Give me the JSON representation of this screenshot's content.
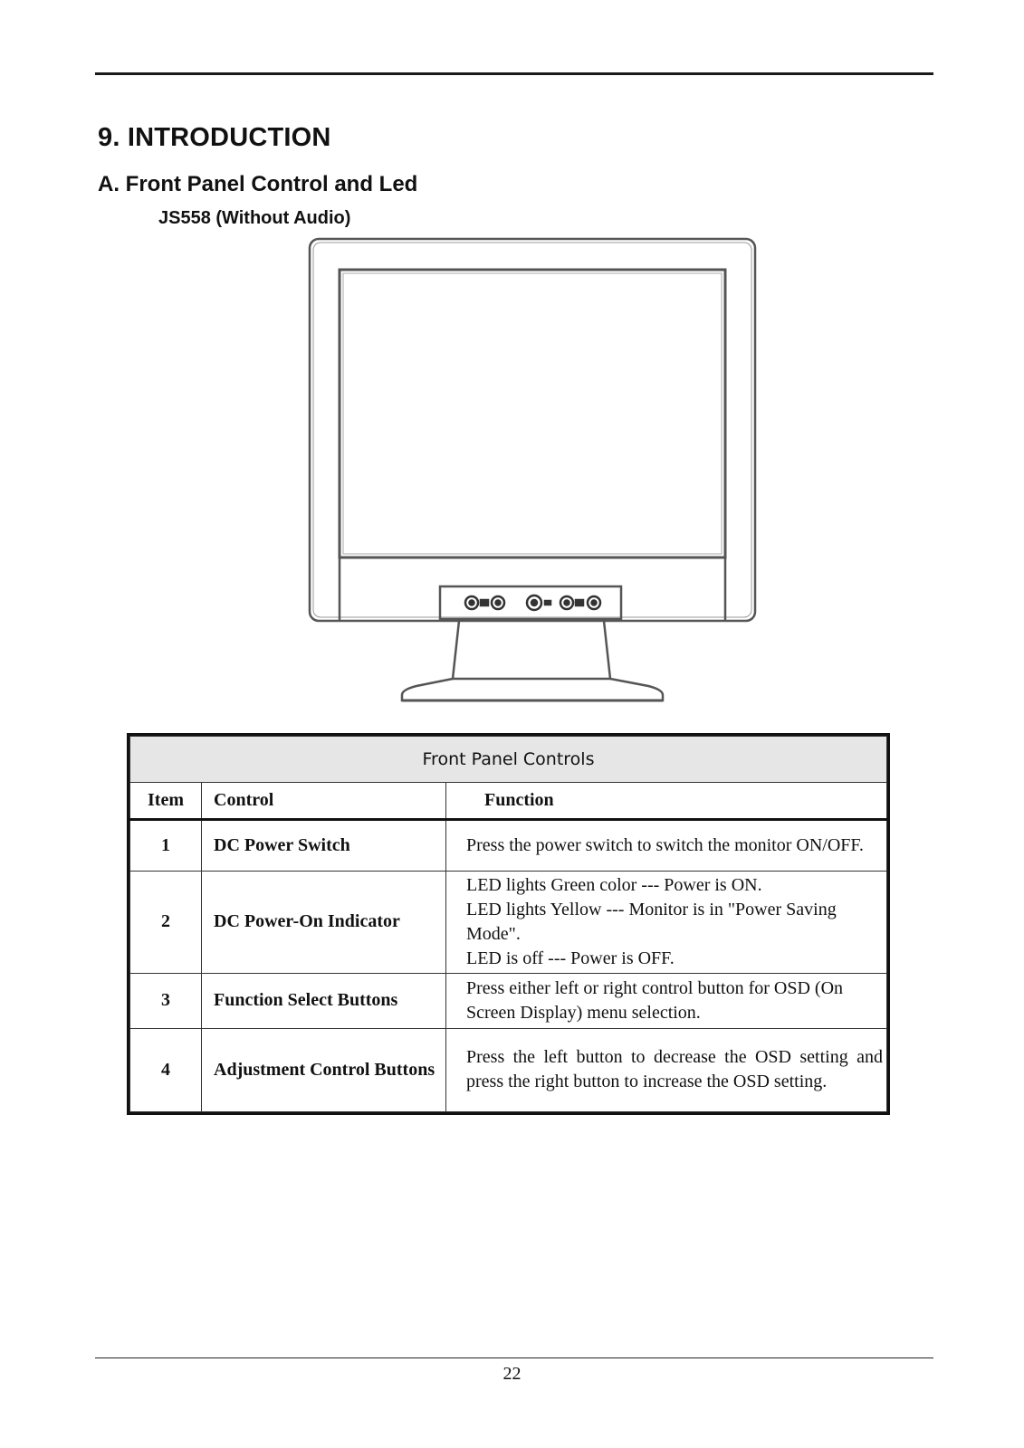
{
  "heading": "9.  INTRODUCTION",
  "subheading": "A. Front Panel Control and Led",
  "model_label": "JS558 (Without Audio)",
  "table": {
    "caption": "Front Panel Controls",
    "headers": {
      "item": "Item",
      "control": "Control",
      "function": "Function"
    },
    "rows": [
      {
        "item": "1",
        "control": "DC Power Switch",
        "function_lines": [
          "Press the power switch to switch the monitor ON/OFF."
        ]
      },
      {
        "item": "2",
        "control": "DC Power-On Indicator",
        "function_lines": [
          "LED lights Green color --- Power is ON.",
          "LED lights Yellow --- Monitor is in \"Power Saving Mode\".",
          "LED is off --- Power is OFF."
        ]
      },
      {
        "item": "3",
        "control": "Function Select Buttons",
        "function_lines": [
          "Press either left or right control button for OSD (On Screen Display) menu selection."
        ]
      },
      {
        "item": "4",
        "control": "Adjustment Control Buttons",
        "function_lines": [
          "Press the left button to decrease the OSD setting and press the right button to increase the OSD setting."
        ]
      }
    ]
  },
  "page_number": "22"
}
